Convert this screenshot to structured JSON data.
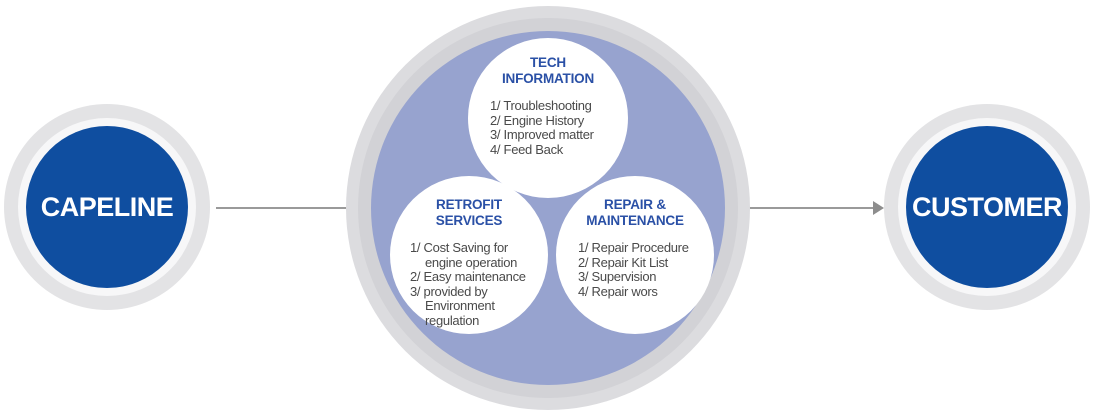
{
  "left_node": {
    "label": "CAPELINE"
  },
  "right_node": {
    "label": "CUSTOMER"
  },
  "tech": {
    "title_line1": "TECH",
    "title_line2": "INFORMATION",
    "items": [
      "1/ Troubleshooting",
      "2/ Engine History",
      "3/ Improved matter",
      "4/ Feed Back"
    ]
  },
  "retrofit": {
    "title_line1": "RETROFIT",
    "title_line2": "SERVICES",
    "items": [
      "1/ Cost Saving for",
      "engine operation",
      "2/ Easy maintenance",
      "3/ provided by",
      "Environment",
      "regulation"
    ]
  },
  "repair": {
    "title_line1": "REPAIR &",
    "title_line2": "MAINTENANCE",
    "items": [
      "1/ Repair Procedure",
      "2/ Repair Kit List",
      "3/ Supervision",
      "4/ Repair wors"
    ]
  },
  "colors": {
    "node_blue": "#0f4ea0",
    "hub_purple": "#97a3cf",
    "title_blue": "#2a50a6",
    "ring_gray": "#e3e3e5"
  }
}
